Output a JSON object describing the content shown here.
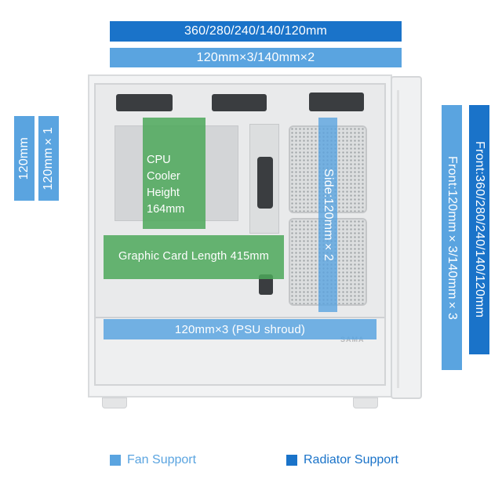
{
  "top_bars": {
    "radiator": "360/280/240/140/120mm",
    "fan": "120mm×3/140mm×2"
  },
  "rear_bars": {
    "fan": "120mm",
    "fan_count": "120mm×1"
  },
  "front_bars": {
    "fan": "Front:120mm×3/140mm×3",
    "radiator": "Front:360/280/240/140/120mm"
  },
  "cpu_cooler": {
    "line1": "CPU Cooler",
    "line2": "Height",
    "line3": "164mm"
  },
  "graphic_card": "Graphic Card Length 415mm",
  "side_fan": "Side:120mm×2",
  "psu_shroud": "120mm×3 (PSU shroud)",
  "brand": "SAMA",
  "legend": {
    "fan_support": "Fan Support",
    "radiator_support": "Radiator Support"
  },
  "colors": {
    "fan_support": "#5aa4e0",
    "radiator_support": "#1a73c9",
    "dimension_highlight": "#4ca85a"
  },
  "icons": {
    "fan_swatch": "square",
    "radiator_swatch": "square"
  }
}
